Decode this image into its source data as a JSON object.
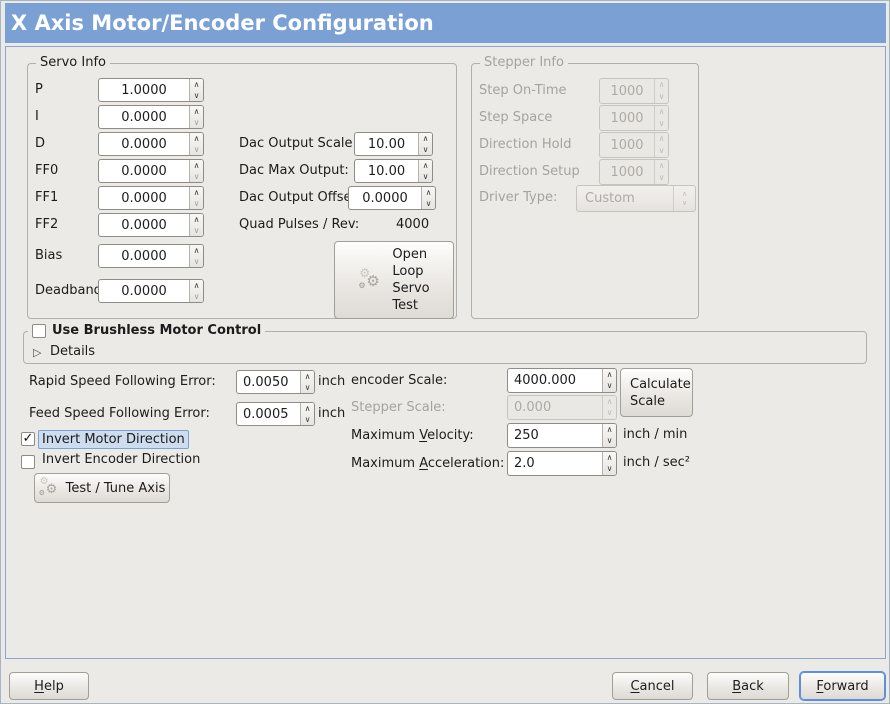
{
  "title": "X Axis Motor/Encoder Configuration",
  "icons": {
    "spin_up": "∧",
    "spin_down": "∨",
    "combo_up": "∧",
    "combo_down": "∨",
    "expander": "▷",
    "gear": "⚙"
  },
  "colors": {
    "titlebar": "#7aa0d4",
    "focus_ring": "#5f8fd5",
    "highlight_bg": "#cddcee",
    "background": "#eceae7"
  },
  "servo_info": {
    "legend": "Servo Info",
    "fields": [
      {
        "label": "P",
        "value": "1.0000"
      },
      {
        "label": "I",
        "value": "0.0000"
      },
      {
        "label": "D",
        "value": "0.0000"
      },
      {
        "label": "FF0",
        "value": "0.0000"
      },
      {
        "label": "FF1",
        "value": "0.0000"
      },
      {
        "label": "FF2",
        "value": "0.0000"
      },
      {
        "label": "Bias",
        "value": "0.0000"
      },
      {
        "label": "Deadband",
        "value": "0.0000"
      }
    ]
  },
  "dac": {
    "rows": [
      {
        "label": "Dac Output Scale:",
        "value": "10.00"
      },
      {
        "label": "Dac Max Output:",
        "value": "10.00"
      },
      {
        "label": "Dac Output Offset:",
        "value": "0.0000"
      }
    ],
    "quad_label": "Quad Pulses / Rev:",
    "quad_value": "4000"
  },
  "open_loop_button": {
    "lines": [
      "Open",
      "Loop",
      "Servo",
      "Test"
    ]
  },
  "stepper_info": {
    "legend": "Stepper Info",
    "fields": [
      {
        "label": "Step On-Time",
        "value": "1000"
      },
      {
        "label": "Step Space",
        "value": "1000"
      },
      {
        "label": "Direction Hold",
        "value": "1000"
      },
      {
        "label": "Direction Setup",
        "value": "1000"
      }
    ],
    "driver_label": "Driver Type:",
    "driver_value": "Custom"
  },
  "brushless": {
    "label": "Use Brushless Motor Control",
    "check": "",
    "details": "Details"
  },
  "following": {
    "rapid_label": "Rapid Speed Following Error:",
    "rapid_value": "0.0050",
    "rapid_unit": "inch",
    "feed_label": "Feed Speed Following Error:",
    "feed_value": "0.0005",
    "feed_unit": "inch"
  },
  "scale": {
    "encoder_label": "encoder Scale:",
    "encoder_value": "4000.000",
    "calc_lines": [
      "Calculate",
      "Scale"
    ],
    "stepper_label": "Stepper Scale:",
    "stepper_value": "0.000",
    "velocity_label": {
      "pre": "Maximum ",
      "mn": "V",
      "post": "elocity:"
    },
    "velocity_value": "250",
    "velocity_unit": "inch / min",
    "accel_label": {
      "pre": "Maximum ",
      "mn": "A",
      "post": "cceleration:"
    },
    "accel_value": "2.0",
    "accel_unit": "inch / sec²"
  },
  "invert": {
    "motor_label": "Invert Motor Direction",
    "motor_check": "✓",
    "encoder_label": "Invert Encoder Direction",
    "encoder_check": ""
  },
  "test_button": "Test / Tune Axis",
  "footer": {
    "help": {
      "mn": "H",
      "post": "elp"
    },
    "cancel": {
      "mn": "C",
      "post": "ancel"
    },
    "back": {
      "mn": "B",
      "post": "ack"
    },
    "forward": {
      "mn": "F",
      "post": "orward"
    }
  }
}
